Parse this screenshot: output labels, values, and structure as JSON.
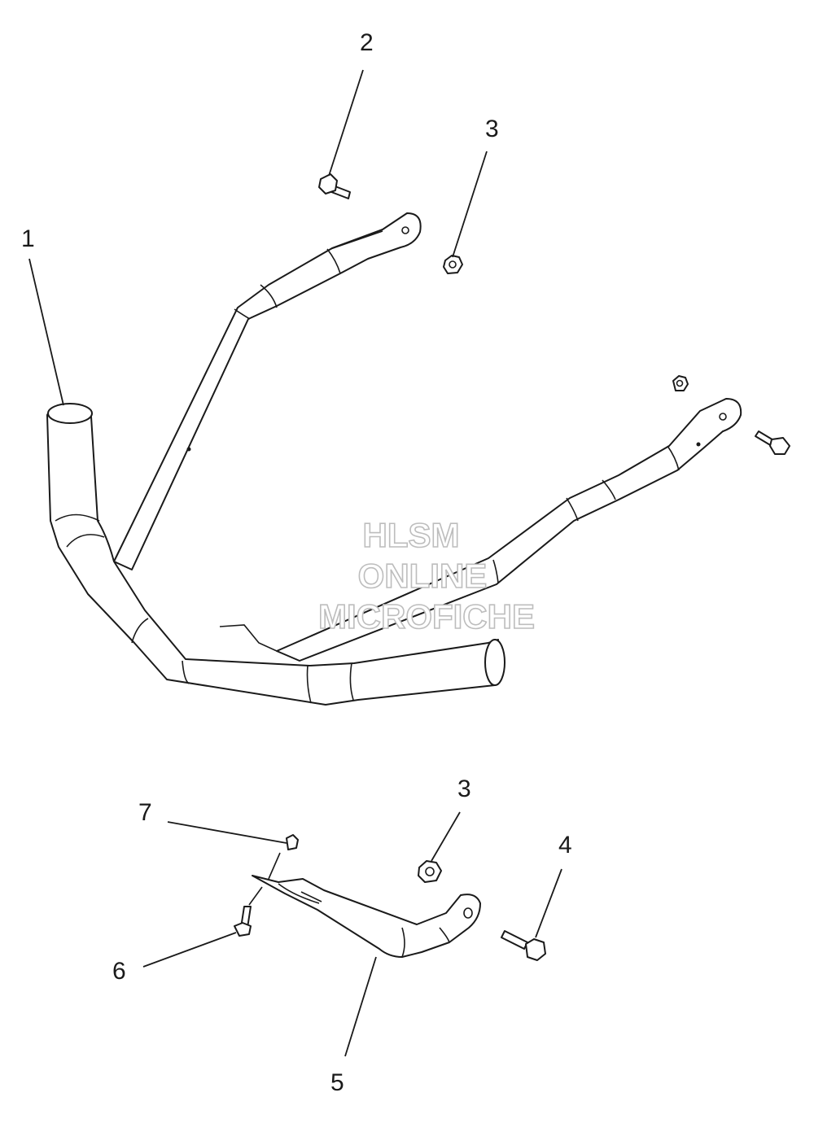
{
  "watermark": {
    "line1": "HLSM",
    "line2": "ONLINE",
    "line3": "MICROFICHE"
  },
  "callouts": {
    "c1": "1",
    "c2": "2",
    "c3_top": "3",
    "c3_bottom": "3",
    "c4": "4",
    "c5": "5",
    "c6": "6",
    "c7": "7"
  }
}
